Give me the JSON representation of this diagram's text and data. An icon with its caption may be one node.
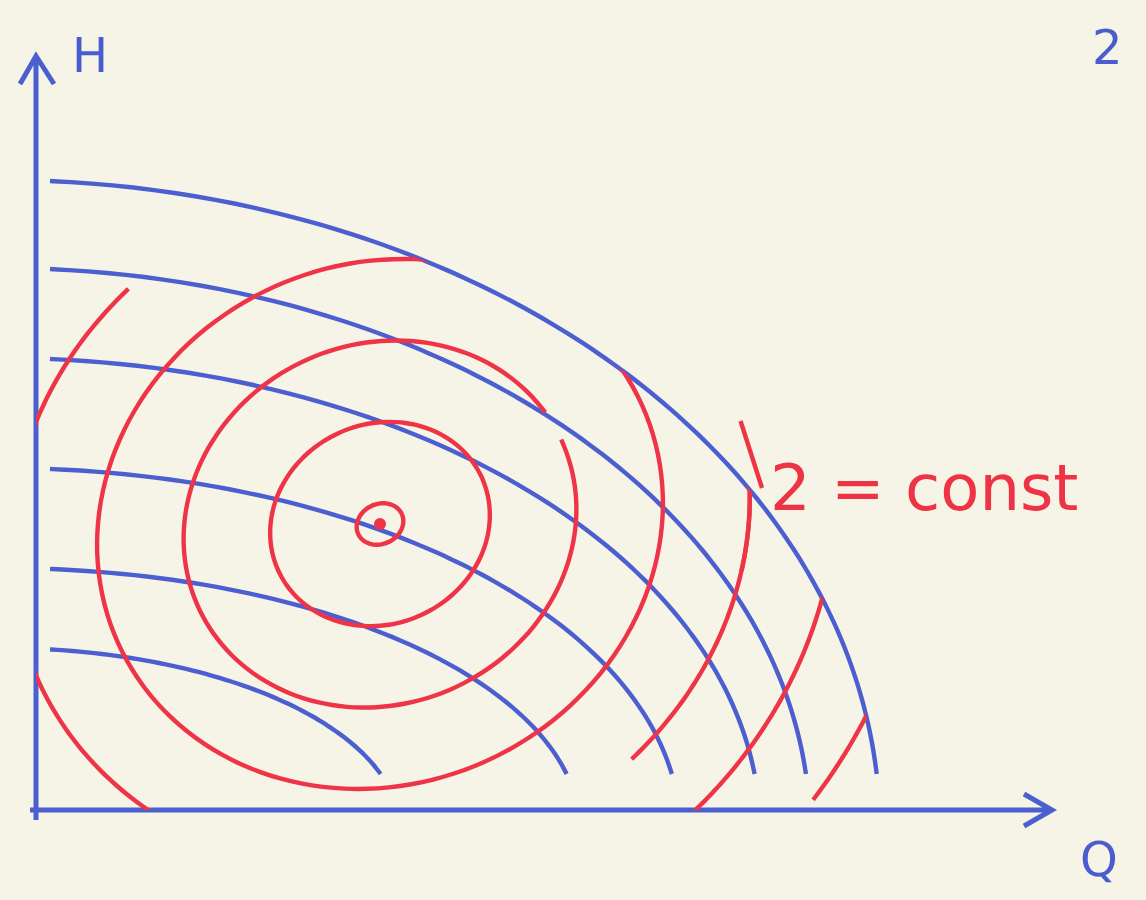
{
  "diagram": {
    "nodes": [
      {
        "text": [
          "2 = const"
        ]
      },
      {
        "text": [],
        "shape": "curve"
      }
    ],
    "edges": [
      {
        "from": 0,
        "to": 1,
        "arrow": "none"
      }
    ],
    "labels": [
      "H",
      "2",
      "Q"
    ]
  }
}
